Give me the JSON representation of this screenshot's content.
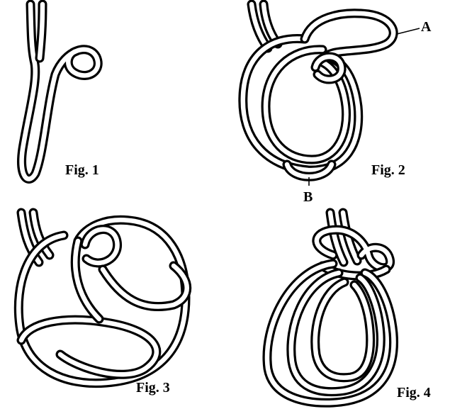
{
  "figures": [
    {
      "caption": "Fig. 1"
    },
    {
      "caption": "Fig. 2",
      "labels": [
        "A",
        "B"
      ]
    },
    {
      "caption": "Fig. 3"
    },
    {
      "caption": "Fig. 4"
    }
  ],
  "colors": {
    "ink": "#000000",
    "paper": "#ffffff"
  }
}
